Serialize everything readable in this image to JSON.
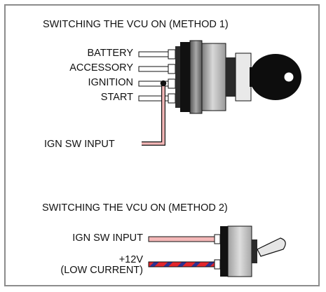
{
  "method1": {
    "title": "SWITCHING THE VCU ON (METHOD 1)",
    "terminals": [
      "BATTERY",
      "ACCESSORY",
      "IGNITION",
      "START"
    ],
    "input_label": "IGN SW INPUT"
  },
  "method2": {
    "title": "SWITCHING THE VCU ON (METHOD 2)",
    "input_label": "IGN SW INPUT",
    "power_label_line1": "+12V",
    "power_label_line2": "(LOW CURRENT)"
  },
  "colors": {
    "panel_border": "#8c8c8c",
    "wire_pink": "#f4b7b7",
    "wire_red": "#e3262b",
    "wire_blue": "#2e3192",
    "switch_body": "#bdbdbd"
  }
}
